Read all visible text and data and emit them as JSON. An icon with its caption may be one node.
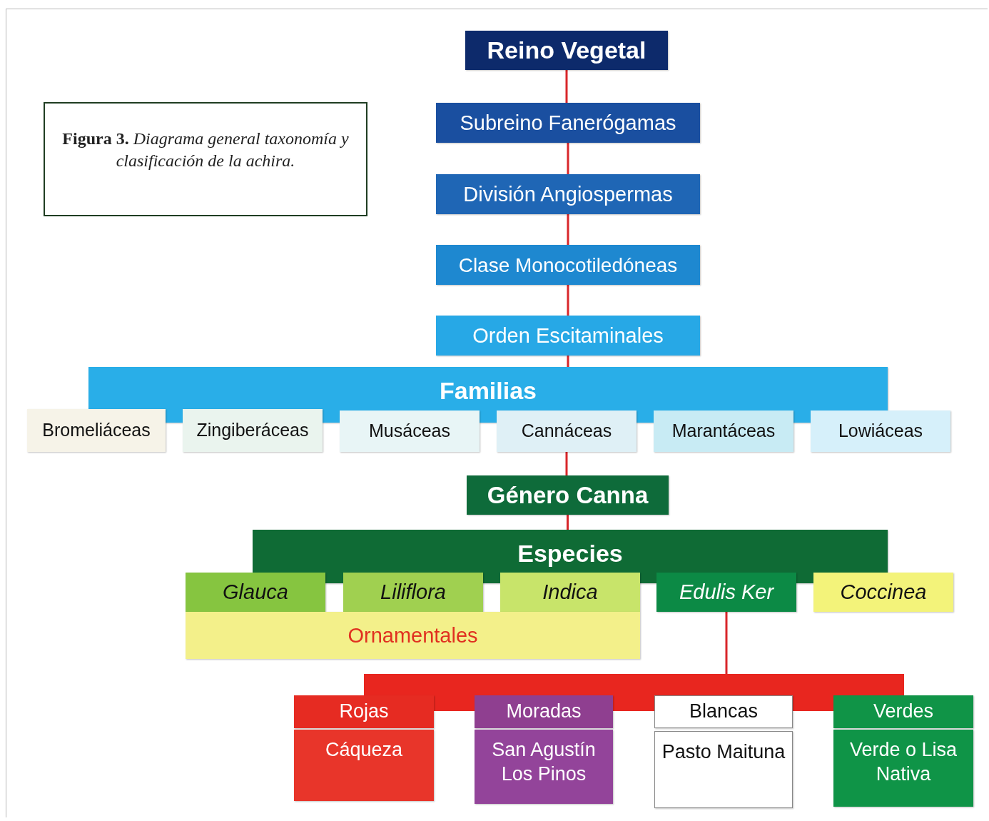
{
  "diagram": {
    "nodes": [
      {
        "text": [
          "**Figura 3.** *Diagrama general taxonomía y clasificación de la achira.*"
        ]
      },
      {
        "text": [
          "Reino Vegetal"
        ]
      },
      {
        "text": [
          "Subreino Fanerógamas"
        ]
      },
      {
        "text": [
          "División Angiospermas"
        ]
      },
      {
        "text": [
          "Clase Monocotiledóneas"
        ]
      },
      {
        "text": [
          "Orden Escitaminales"
        ]
      },
      {
        "text": [
          "Familias"
        ]
      },
      {
        "text": [
          "Bromeliáceas"
        ]
      },
      {
        "text": [
          "Zingiberáceas"
        ]
      },
      {
        "text": [
          "Musáceas"
        ]
      },
      {
        "text": [
          "Cannáceas"
        ]
      },
      {
        "text": [
          "Marantáceas"
        ]
      },
      {
        "text": [
          "Lowiáceas"
        ]
      },
      {
        "text": [
          "Género Canna"
        ]
      },
      {
        "text": [
          "Especies"
        ]
      },
      {
        "text": [
          "Glauca"
        ]
      },
      {
        "text": [
          "Liliflora"
        ]
      },
      {
        "text": [
          "Indica"
        ]
      },
      {
        "text": [
          "Edulis Ker"
        ]
      },
      {
        "text": [
          "Coccinea"
        ]
      },
      {
        "text": [
          "Ornamentales"
        ]
      },
      {
        "text": [],
        "shape": "bar"
      },
      {
        "text": [
          "Rojas"
        ]
      },
      {
        "text": [
          "Cáqueza"
        ]
      },
      {
        "text": [
          "Moradas"
        ]
      },
      {
        "text": [
          "San Agustín Los Pinos"
        ]
      },
      {
        "text": [
          "Blancas"
        ]
      },
      {
        "text": [
          "Pasto Maituna"
        ]
      },
      {
        "text": [
          "Verdes"
        ]
      },
      {
        "text": [
          "Verde o Lisa Nativa"
        ]
      }
    ],
    "edges": [
      {
        "from": 1,
        "to": 2,
        "arrow": "none"
      },
      {
        "from": 2,
        "to": 3,
        "arrow": "none"
      },
      {
        "from": 3,
        "to": 4,
        "arrow": "none"
      },
      {
        "from": 4,
        "to": 5,
        "arrow": "none"
      },
      {
        "from": 5,
        "to": 6,
        "arrow": "none"
      },
      {
        "from": 10,
        "to": 13,
        "arrow": "none"
      },
      {
        "from": 13,
        "to": 14,
        "arrow": "none"
      },
      {
        "from": 18,
        "to": 21,
        "arrow": "none"
      }
    ]
  }
}
